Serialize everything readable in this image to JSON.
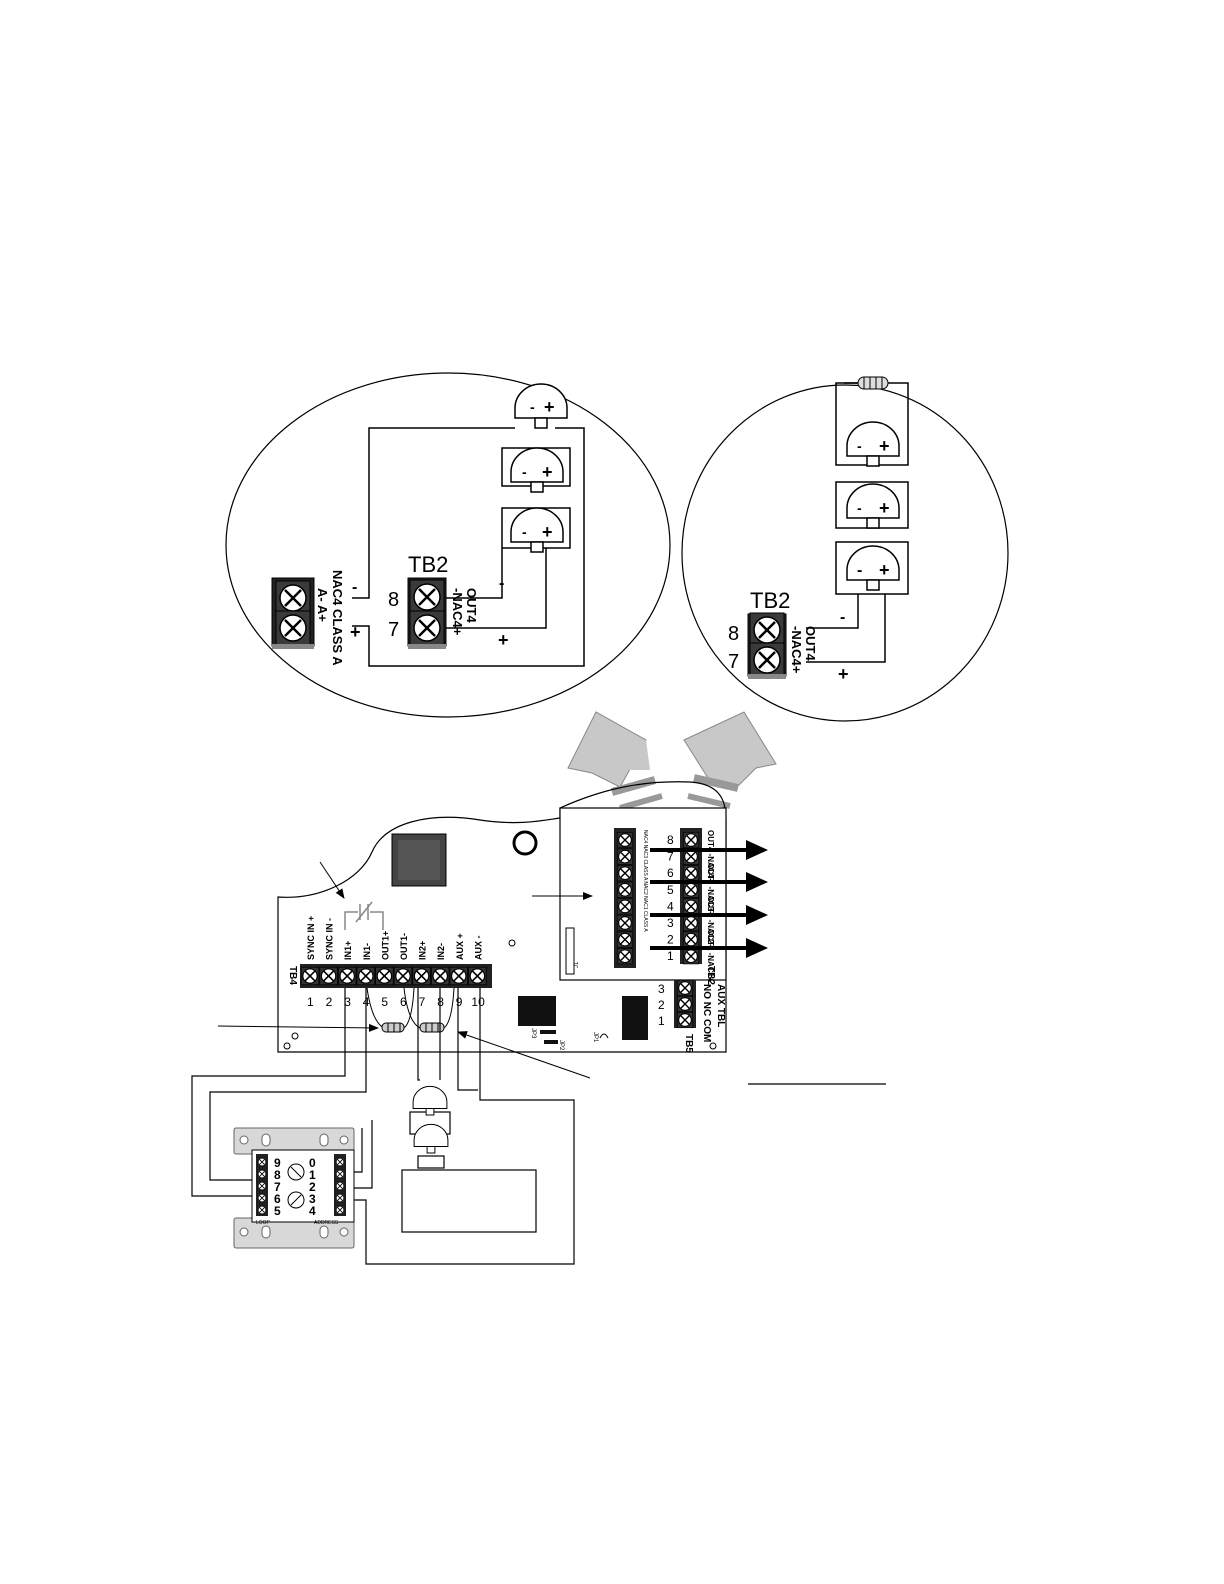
{
  "left_detail": {
    "tb2_label": "TB2",
    "term_top": "8",
    "term_bottom": "7",
    "tb2_text_a": "OUT4",
    "tb2_text_b": "-NAC4+",
    "classa_text_a": "NAC4 CLASS A",
    "classa_text_b": "A-   A+",
    "wire_minus_top": "-",
    "wire_plus_top": "+",
    "wire_minus_tb2": "-",
    "wire_plus_tb2": "+",
    "device_minus": "-",
    "device_plus": "+"
  },
  "right_detail": {
    "tb2_label": "TB2",
    "term_top": "8",
    "term_bottom": "7",
    "tb2_text_a": "OUT4",
    "tb2_text_b": "-NAC4+",
    "wire_minus": "-",
    "wire_plus": "+",
    "device_minus": "-",
    "device_plus": "+"
  },
  "board": {
    "tb4_name": "TB4",
    "tb4_labels": [
      "SYNC IN +",
      "SYNC IN -",
      "IN1+",
      "IN1-",
      "OUT1+",
      "OUT1-",
      "IN2+",
      "IN2-",
      "AUX +",
      "AUX -"
    ],
    "tb4_numbers": [
      "1",
      "2",
      "3",
      "4",
      "5",
      "6",
      "7",
      "8",
      "9",
      "10"
    ],
    "tb2_numbers": [
      "8",
      "7",
      "6",
      "5",
      "4",
      "3",
      "2",
      "1"
    ],
    "tb2_labels": [
      "OUT4 -NAC4+",
      "OUT3 -NAC3+",
      "OUT2 -NAC2+",
      "OUT1 -NAC1+"
    ],
    "tb2_name": "TB2",
    "tb5_numbers": [
      "3",
      "2",
      "1"
    ],
    "tb5_text_a": "AUX TBL",
    "tb5_text_b": "NO NC COM",
    "tb5_name": "TB5",
    "jp_labels": [
      "JP3",
      "JP2",
      "JP1"
    ],
    "j_label": "J1"
  },
  "module": {
    "left_digits": [
      "9",
      "8",
      "7",
      "6",
      "5"
    ],
    "right_digits": [
      "0",
      "1",
      "2",
      "3",
      "4"
    ],
    "bottom_left": "LOOP",
    "bottom_right": "ADDRESS"
  }
}
